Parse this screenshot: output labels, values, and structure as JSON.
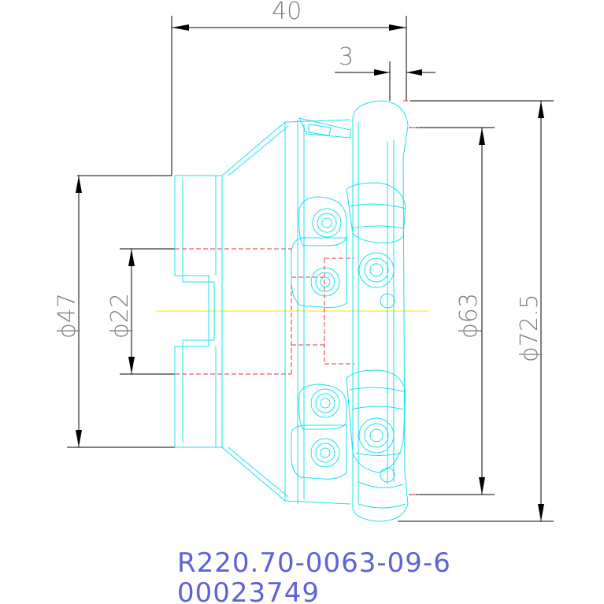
{
  "dimensions": {
    "overall_length": "40",
    "edge_offset": "3",
    "dia_47": "ϕ47",
    "dia_22": "ϕ22",
    "dia_63": "ϕ63",
    "dia_72_5": "ϕ72.5"
  },
  "part": {
    "code": "R220.70-0063-09-6",
    "number": "00023749"
  },
  "colors": {
    "outline": "#19e0ef",
    "hidden_lines": "#e8333b",
    "centerline": "#f2ea3a",
    "dimension": "#000000",
    "label": "#5b63d8"
  }
}
